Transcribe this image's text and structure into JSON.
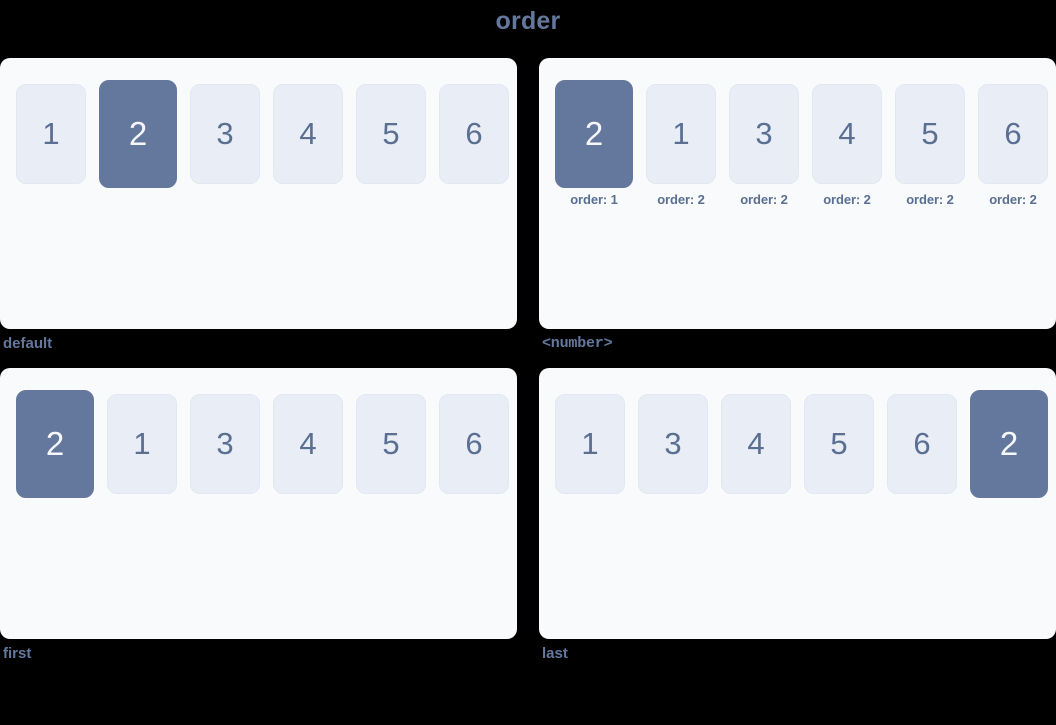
{
  "title": "order",
  "theme": {
    "background": "#000000",
    "panel_bg": "#f8fafc",
    "box_bg": "#e9edf6",
    "box_text": "#5a6f91",
    "accent": "#64789d",
    "accent_text": "#f5f7fb",
    "caption_color": "#64789d"
  },
  "panels": [
    {
      "caption": "default",
      "caption_mono": false,
      "items": [
        {
          "label": "1",
          "highlight": false,
          "order_label": null
        },
        {
          "label": "2",
          "highlight": true,
          "order_label": null
        },
        {
          "label": "3",
          "highlight": false,
          "order_label": null
        },
        {
          "label": "4",
          "highlight": false,
          "order_label": null
        },
        {
          "label": "5",
          "highlight": false,
          "order_label": null
        },
        {
          "label": "6",
          "highlight": false,
          "order_label": null
        }
      ]
    },
    {
      "caption": "<number>",
      "caption_mono": true,
      "items": [
        {
          "label": "2",
          "highlight": true,
          "order_label": "order: 1"
        },
        {
          "label": "1",
          "highlight": false,
          "order_label": "order: 2"
        },
        {
          "label": "3",
          "highlight": false,
          "order_label": "order: 2"
        },
        {
          "label": "4",
          "highlight": false,
          "order_label": "order: 2"
        },
        {
          "label": "5",
          "highlight": false,
          "order_label": "order: 2"
        },
        {
          "label": "6",
          "highlight": false,
          "order_label": "order: 2"
        }
      ]
    },
    {
      "caption": "first",
      "caption_mono": false,
      "items": [
        {
          "label": "2",
          "highlight": true,
          "order_label": null
        },
        {
          "label": "1",
          "highlight": false,
          "order_label": null
        },
        {
          "label": "3",
          "highlight": false,
          "order_label": null
        },
        {
          "label": "4",
          "highlight": false,
          "order_label": null
        },
        {
          "label": "5",
          "highlight": false,
          "order_label": null
        },
        {
          "label": "6",
          "highlight": false,
          "order_label": null
        }
      ]
    },
    {
      "caption": "last",
      "caption_mono": false,
      "items": [
        {
          "label": "1",
          "highlight": false,
          "order_label": null
        },
        {
          "label": "3",
          "highlight": false,
          "order_label": null
        },
        {
          "label": "4",
          "highlight": false,
          "order_label": null
        },
        {
          "label": "5",
          "highlight": false,
          "order_label": null
        },
        {
          "label": "6",
          "highlight": false,
          "order_label": null
        },
        {
          "label": "2",
          "highlight": true,
          "order_label": null
        }
      ]
    }
  ]
}
